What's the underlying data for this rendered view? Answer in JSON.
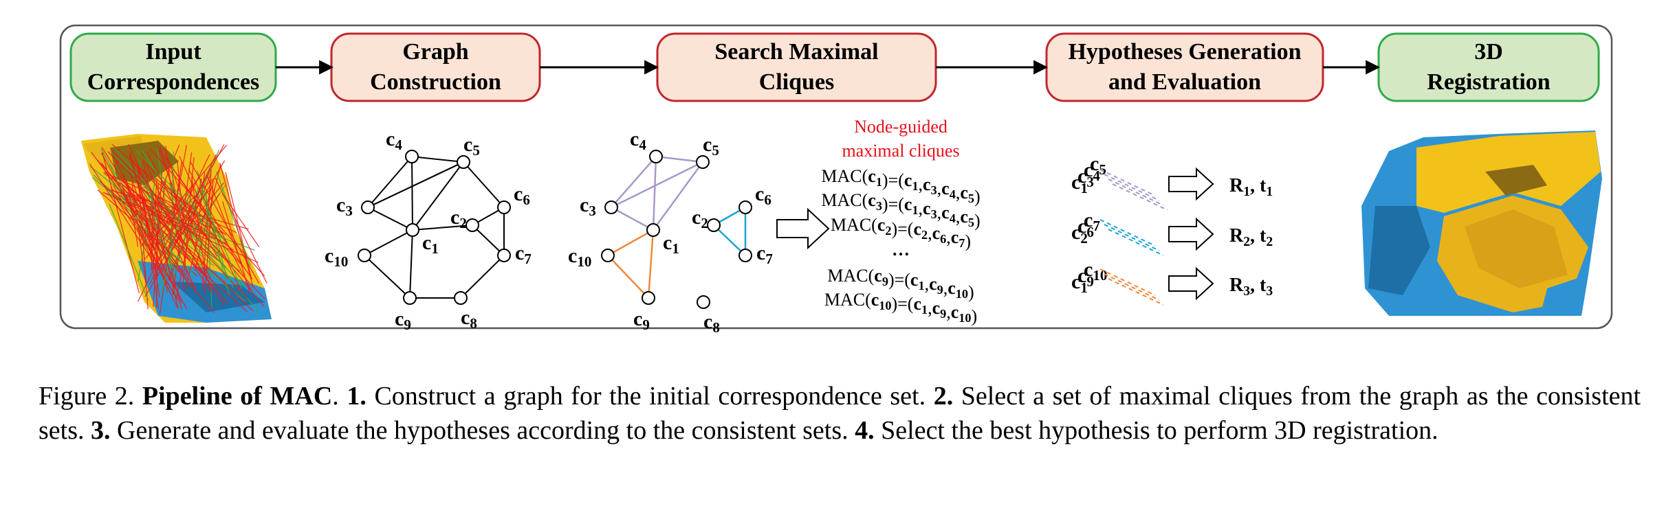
{
  "stages": [
    {
      "line1": "Input",
      "line2": "Correspondences",
      "fill": "#d5e8c4",
      "stroke": "#2eaa4a"
    },
    {
      "line1": "Graph",
      "line2": "Construction",
      "fill": "#fbe3d6",
      "stroke": "#c0262d"
    },
    {
      "line1": "Search Maximal",
      "line2": "Cliques",
      "fill": "#fbe3d6",
      "stroke": "#c0262d"
    },
    {
      "line1": "Hypotheses Generation",
      "line2": "and Evaluation",
      "fill": "#fbe3d6",
      "stroke": "#c0262d"
    },
    {
      "line1": "3D",
      "line2": "Registration",
      "fill": "#d5e8c4",
      "stroke": "#2eaa4a"
    }
  ],
  "graph": {
    "nodes": [
      {
        "id": "c1",
        "sub": "1"
      },
      {
        "id": "c2",
        "sub": "2"
      },
      {
        "id": "c3",
        "sub": "3"
      },
      {
        "id": "c4",
        "sub": "4"
      },
      {
        "id": "c5",
        "sub": "5"
      },
      {
        "id": "c6",
        "sub": "6"
      },
      {
        "id": "c7",
        "sub": "7"
      },
      {
        "id": "c8",
        "sub": "8"
      },
      {
        "id": "c9",
        "sub": "9"
      },
      {
        "id": "c10",
        "sub": "10"
      }
    ],
    "edges": [
      [
        "c1",
        "c3"
      ],
      [
        "c1",
        "c4"
      ],
      [
        "c1",
        "c5"
      ],
      [
        "c3",
        "c4"
      ],
      [
        "c3",
        "c5"
      ],
      [
        "c4",
        "c5"
      ],
      [
        "c5",
        "c6"
      ],
      [
        "c1",
        "c2"
      ],
      [
        "c2",
        "c6"
      ],
      [
        "c2",
        "c7"
      ],
      [
        "c6",
        "c7"
      ],
      [
        "c7",
        "c8"
      ],
      [
        "c8",
        "c9"
      ],
      [
        "c9",
        "c10"
      ],
      [
        "c1",
        "c10"
      ],
      [
        "c1",
        "c9"
      ],
      [
        "c3",
        "c5"
      ]
    ],
    "node_letter": "c"
  },
  "cliques": {
    "groups": [
      {
        "nodes": [
          "c1",
          "c3",
          "c4",
          "c5"
        ],
        "color": "#a898c8"
      },
      {
        "nodes": [
          "c2",
          "c6",
          "c7"
        ],
        "color": "#1aa3d8"
      },
      {
        "nodes": [
          "c1",
          "c9",
          "c10"
        ],
        "color": "#f0883a"
      }
    ],
    "isolated": [
      "c8"
    ]
  },
  "mac_list": {
    "heading_line1": "Node-guided",
    "heading_line2": "maximal cliques",
    "heading_color": "#e8101b",
    "entries": [
      {
        "lhs": "c1",
        "rhs": [
          "c1",
          "c3",
          "c4",
          "c5"
        ]
      },
      {
        "lhs": "c3",
        "rhs": [
          "c1",
          "c3",
          "c4",
          "c5"
        ]
      },
      {
        "lhs": "c2",
        "rhs": [
          "c2",
          "c6",
          "c7"
        ]
      },
      {
        "lhs": "c9",
        "rhs": [
          "c1",
          "c9",
          "c10"
        ]
      },
      {
        "lhs": "c10",
        "rhs": [
          "c1",
          "c9",
          "c10"
        ]
      }
    ],
    "ellipsis": "…"
  },
  "hypotheses": [
    {
      "labels": [
        "c1",
        "c3",
        "c4",
        "c5"
      ],
      "color": "#a898c8",
      "R": "R",
      "t": "t",
      "sub": "1"
    },
    {
      "labels": [
        "c2",
        "c6",
        "c7"
      ],
      "color": "#1aa3d8",
      "R": "R",
      "t": "t",
      "sub": "2"
    },
    {
      "labels": [
        "c1",
        "c9",
        "c10"
      ],
      "color": "#f0883a",
      "R": "R",
      "t": "t",
      "sub": "3"
    }
  ],
  "colors": {
    "frame": "#555555",
    "points_red": "#ee1c1c",
    "points_green": "#3aa83a",
    "cloud_yellow": "#f2c21b",
    "cloud_blue": "#2f93d3"
  },
  "caption": {
    "fig": "Figure 2.",
    "title": "Pipeline of MAC",
    "s1n": "1.",
    "s1": "Construct a graph for the initial correspondence set.",
    "s2n": "2.",
    "s2": "Select a set of maximal cliques from the graph as the consistent sets.",
    "s3n": "3.",
    "s3": "Generate and evaluate the hypotheses according to the consistent sets.",
    "s4n": "4.",
    "s4": "Select the best hypothesis to perform 3D registration."
  }
}
